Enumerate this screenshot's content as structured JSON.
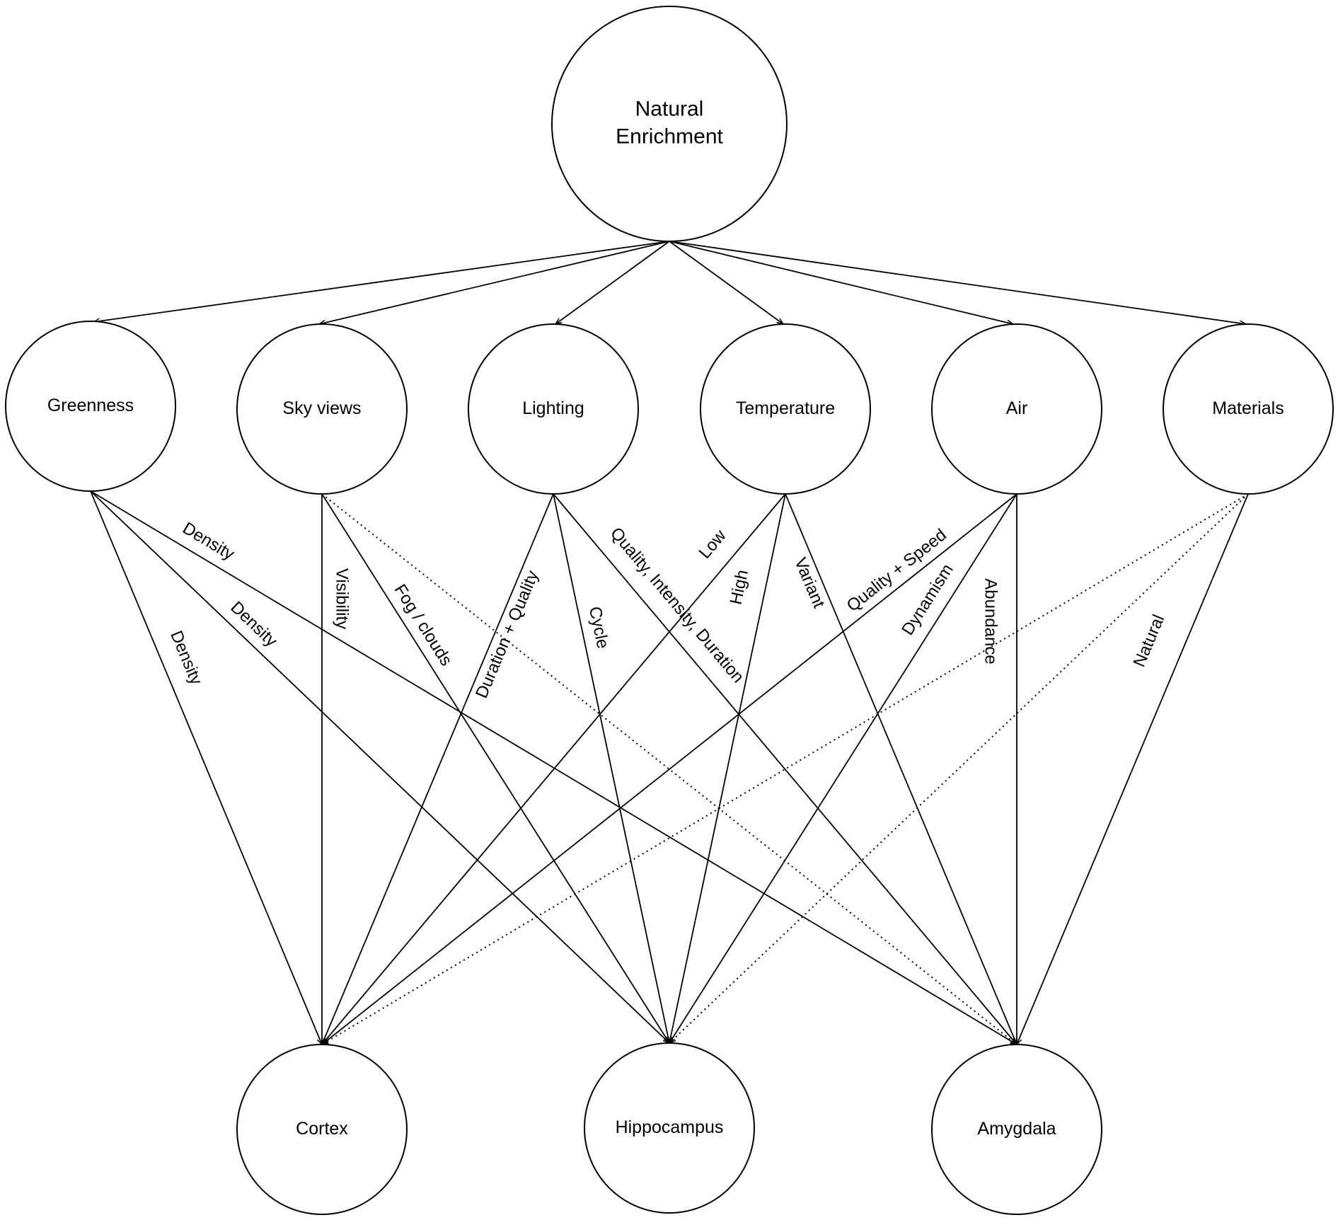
{
  "diagram": {
    "nodes": [
      {
        "id": "root",
        "label": "Natural\nEnrichment"
      },
      {
        "id": "greenness",
        "label": "Greenness"
      },
      {
        "id": "sky",
        "label": "Sky views"
      },
      {
        "id": "lighting",
        "label": "Lighting"
      },
      {
        "id": "temperature",
        "label": "Temperature"
      },
      {
        "id": "air",
        "label": "Air"
      },
      {
        "id": "materials",
        "label": "Materials"
      },
      {
        "id": "cortex",
        "label": "Cortex"
      },
      {
        "id": "hippocampus",
        "label": "Hippocampus"
      },
      {
        "id": "amygdala",
        "label": "Amygdala"
      }
    ],
    "edges": [
      {
        "from": "root",
        "to": "greenness",
        "style": "solid",
        "label": ""
      },
      {
        "from": "root",
        "to": "sky",
        "style": "solid",
        "label": ""
      },
      {
        "from": "root",
        "to": "lighting",
        "style": "solid",
        "label": ""
      },
      {
        "from": "root",
        "to": "temperature",
        "style": "solid",
        "label": ""
      },
      {
        "from": "root",
        "to": "air",
        "style": "solid",
        "label": ""
      },
      {
        "from": "root",
        "to": "materials",
        "style": "solid",
        "label": ""
      },
      {
        "from": "greenness",
        "to": "cortex",
        "style": "solid",
        "label": "Density"
      },
      {
        "from": "greenness",
        "to": "hippocampus",
        "style": "solid",
        "label": "Density"
      },
      {
        "from": "greenness",
        "to": "amygdala",
        "style": "solid",
        "label": "Density"
      },
      {
        "from": "sky",
        "to": "cortex",
        "style": "solid",
        "label": "Visibility"
      },
      {
        "from": "sky",
        "to": "hippocampus",
        "style": "solid",
        "label": "Fog / clouds"
      },
      {
        "from": "sky",
        "to": "amygdala",
        "style": "dotted",
        "label": ""
      },
      {
        "from": "lighting",
        "to": "cortex",
        "style": "solid",
        "label": "Duration + Quality"
      },
      {
        "from": "lighting",
        "to": "hippocampus",
        "style": "solid",
        "label": "Cycle"
      },
      {
        "from": "lighting",
        "to": "amygdala",
        "style": "solid",
        "label": "Quality, Intensity, Duration"
      },
      {
        "from": "temperature",
        "to": "cortex",
        "style": "solid",
        "label": "Low"
      },
      {
        "from": "temperature",
        "to": "hippocampus",
        "style": "solid",
        "label": "High"
      },
      {
        "from": "temperature",
        "to": "amygdala",
        "style": "solid",
        "label": "Variant"
      },
      {
        "from": "air",
        "to": "cortex",
        "style": "solid",
        "label": "Quality + Speed"
      },
      {
        "from": "air",
        "to": "hippocampus",
        "style": "solid",
        "label": "Dynamism"
      },
      {
        "from": "air",
        "to": "amygdala",
        "style": "solid",
        "label": "Abundance"
      },
      {
        "from": "materials",
        "to": "cortex",
        "style": "dotted",
        "label": ""
      },
      {
        "from": "materials",
        "to": "hippocampus",
        "style": "dotted",
        "label": ""
      },
      {
        "from": "materials",
        "to": "amygdala",
        "style": "solid",
        "label": "Natural"
      }
    ]
  }
}
